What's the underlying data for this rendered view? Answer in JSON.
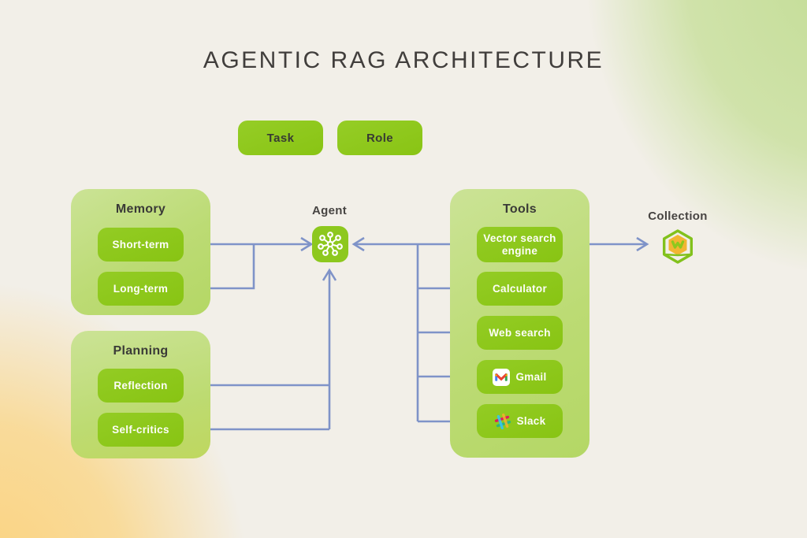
{
  "title": "AGENTIC RAG ARCHITECTURE",
  "top_buttons": {
    "task": "Task",
    "role": "Role"
  },
  "memory": {
    "title": "Memory",
    "items": [
      {
        "label": "Short-term"
      },
      {
        "label": "Long-term"
      }
    ]
  },
  "planning": {
    "title": "Planning",
    "items": [
      {
        "label": "Reflection"
      },
      {
        "label": "Self-critics"
      }
    ]
  },
  "agent": {
    "label": "Agent",
    "icon": "network-graph-icon"
  },
  "tools": {
    "title": "Tools",
    "items": [
      {
        "label": "Vector search engine"
      },
      {
        "label": "Calculator"
      },
      {
        "label": "Web search"
      },
      {
        "label": "Gmail",
        "icon": "gmail-icon"
      },
      {
        "label": "Slack",
        "icon": "slack-icon"
      }
    ]
  },
  "collection": {
    "label": "Collection",
    "icon": "weaviate-hexagon-icon"
  },
  "colors": {
    "background": "#F2EFE8",
    "blob_yellow": "#FBD27D",
    "blob_green": "#C3DD96",
    "panel_green": "#BCDB74",
    "button_green": "#8DC81E",
    "arrow_blue": "#7F93C8",
    "text_dark": "#3A3A37",
    "text_light": "#FDFDF8"
  }
}
